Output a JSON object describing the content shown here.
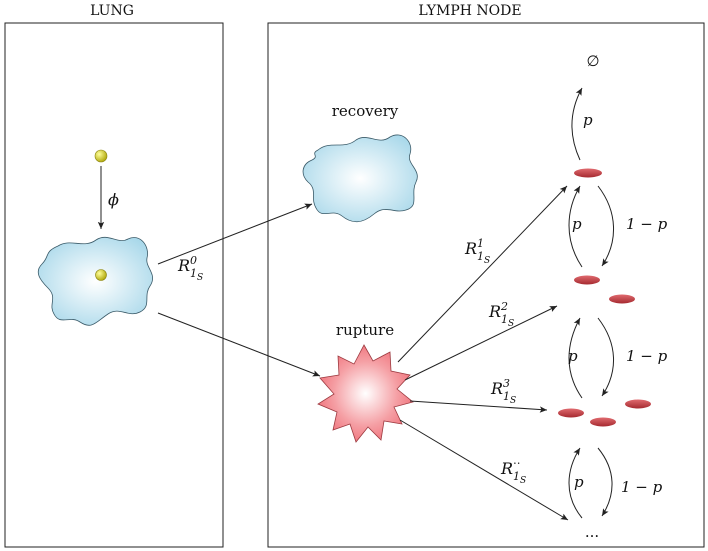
{
  "lung": {
    "title": "LUNG",
    "phi": "ϕ"
  },
  "node": {
    "title": "LYMPH NODE"
  },
  "states": {
    "recovery": "recovery",
    "rupture": "rupture",
    "empty": "∅",
    "dots": "..."
  },
  "rates": {
    "r0": {
      "base": "R",
      "sup": "0",
      "sub": "1",
      "subsub": "S"
    },
    "r1": {
      "base": "R",
      "sup": "1",
      "sub": "1",
      "subsub": "S"
    },
    "r2": {
      "base": "R",
      "sup": "2",
      "sub": "1",
      "subsub": "S"
    },
    "r3": {
      "base": "R",
      "sup": "3",
      "sub": "1",
      "subsub": "S"
    },
    "rn": {
      "base": "R",
      "sup": "⋅⋅",
      "sub": "1",
      "subsub": "S"
    }
  },
  "probs": {
    "p": "p",
    "one_minus_p": "1 − p"
  },
  "colors": {
    "cell_fill": "#bfe4f1",
    "cell_stroke": "#3a5a68",
    "bacterium": "#c8c21a",
    "rupture_fill": "#f37f86",
    "red_cell": "#c0393f"
  }
}
